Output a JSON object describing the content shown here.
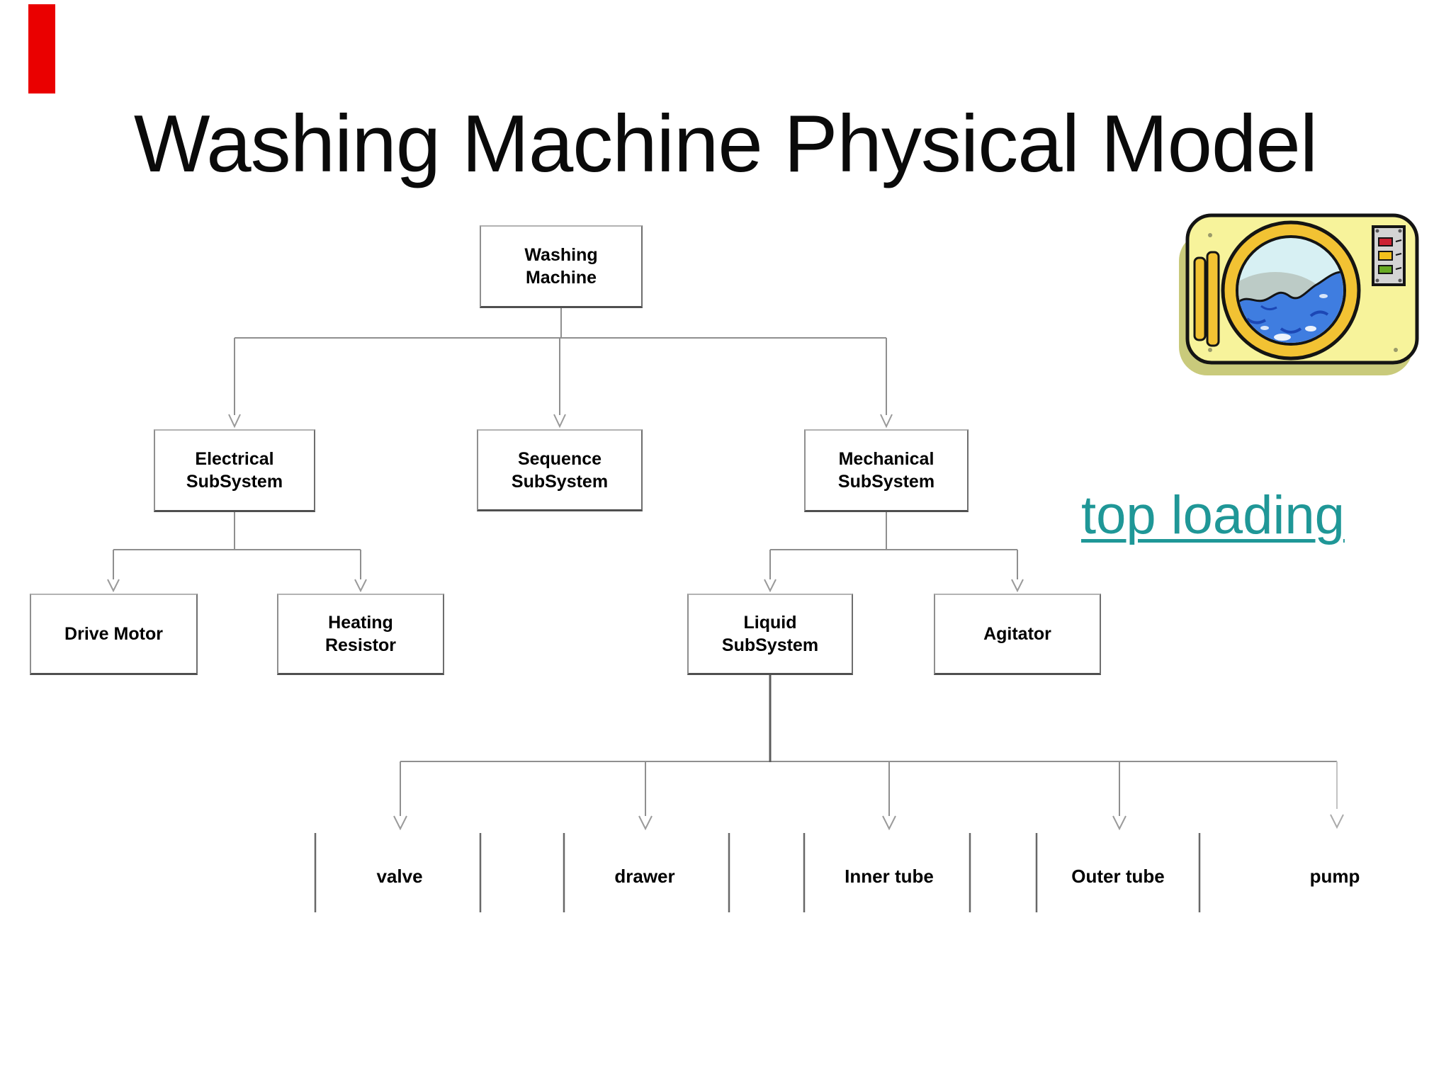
{
  "slide": {
    "title": "Washing Machine Physical Model",
    "background_color": "#ffffff",
    "accent_bar_color": "#ea0000"
  },
  "link": {
    "label": "top loading",
    "color": "#1f9797"
  },
  "clipart": {
    "icon": "washing-machine-clipart",
    "body_color": "#f7f39b",
    "shadow_color": "#c9ca7b",
    "door_ring_color": "#f2c233",
    "glass_color": "#d7f0f3",
    "laundry_color": "#bccbc6",
    "water_color": "#3f7de0",
    "wave_color": "#1c47b5",
    "panel_color": "#d4d4d4",
    "light_colors": [
      "#cc2233",
      "#f3c01c",
      "#68aa24"
    ]
  },
  "diagram": {
    "line_color": "#8f8f8f",
    "nodes": {
      "washing_machine": {
        "line1": "Washing",
        "line2": "Machine"
      },
      "electrical_subsystem": {
        "line1": "Electrical",
        "line2": "SubSystem"
      },
      "sequence_subsystem": {
        "line1": "Sequence",
        "line2": "SubSystem"
      },
      "mechanical_subsystem": {
        "line1": "Mechanical",
        "line2": "SubSystem"
      },
      "drive_motor": {
        "line1": "Drive Motor"
      },
      "heating_resistor": {
        "line1": "Heating",
        "line2": "Resistor"
      },
      "liquid_subsystem": {
        "line1": "Liquid",
        "line2": "SubSystem"
      },
      "agitator": {
        "line1": "Agitator"
      }
    },
    "leaves": {
      "valve": "valve",
      "drawer": "drawer",
      "inner_tube": "Inner tube",
      "outer_tube": "Outer tube",
      "pump": "pump"
    }
  }
}
